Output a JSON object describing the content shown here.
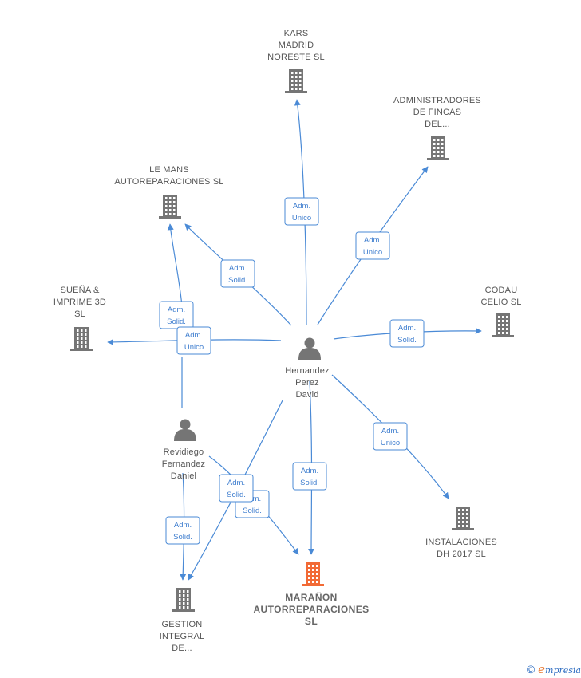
{
  "nodes": {
    "kars": {
      "type": "company",
      "lines": [
        "KARS",
        "MADRID",
        "NORESTE  SL"
      ]
    },
    "administradores": {
      "type": "company",
      "lines": [
        "ADMINISTRADORES",
        "DE FINCAS",
        "DEL..."
      ]
    },
    "lemans": {
      "type": "company",
      "lines": [
        "LE MANS",
        "AUTOREPARACIONES SL"
      ]
    },
    "suena": {
      "type": "company",
      "lines": [
        "SUEÑA &",
        "IMPRIME 3D",
        "SL"
      ]
    },
    "codau": {
      "type": "company",
      "lines": [
        "CODAU",
        "CELIO SL"
      ]
    },
    "hernandez": {
      "type": "person",
      "lines": [
        "Hernandez",
        "Perez",
        "David"
      ]
    },
    "revidiego": {
      "type": "person",
      "lines": [
        "Revidiego",
        "Fernandez",
        "Daniel"
      ]
    },
    "instalaciones": {
      "type": "company",
      "lines": [
        "INSTALACIONES",
        "DH 2017  SL"
      ]
    },
    "maranon": {
      "type": "company",
      "main": true,
      "lines": [
        "MARAÑON",
        "AUTORREPARACIONES",
        "SL"
      ]
    },
    "gestion": {
      "type": "company",
      "lines": [
        "GESTION",
        "INTEGRAL",
        "DE..."
      ]
    }
  },
  "edges": [
    {
      "from": "hernandez",
      "to": "kars",
      "label": [
        "Adm.",
        "Unico"
      ]
    },
    {
      "from": "hernandez",
      "to": "administradores",
      "label": [
        "Adm.",
        "Unico"
      ]
    },
    {
      "from": "hernandez",
      "to": "lemans",
      "label": [
        "Adm.",
        "Solid."
      ]
    },
    {
      "from": "revidiego",
      "to": "lemans",
      "label": [
        "Adm.",
        "Solid."
      ]
    },
    {
      "from": "hernandez",
      "to": "suena",
      "label": [
        "Adm.",
        "Unico"
      ]
    },
    {
      "from": "hernandez",
      "to": "codau",
      "label": [
        "Adm.",
        "Solid."
      ]
    },
    {
      "from": "hernandez",
      "to": "instalaciones",
      "label": [
        "Adm.",
        "Unico"
      ]
    },
    {
      "from": "hernandez",
      "to": "maranon",
      "label": [
        "Adm.",
        "Solid."
      ]
    },
    {
      "from": "revidiego",
      "to": "maranon",
      "label": [
        "Adm.",
        "Solid."
      ]
    },
    {
      "from": "hernandez",
      "to": "gestion",
      "label": [
        "Adm.",
        "Solid."
      ]
    },
    {
      "from": "revidiego",
      "to": "gestion",
      "label": [
        "Adm.",
        "Solid."
      ]
    }
  ],
  "footer": {
    "copyright": "©",
    "brand_initial": "e",
    "brand_rest": "mpresia"
  },
  "colors": {
    "edge": "#4a8ad6",
    "node": "#757575",
    "main_node": "#f26a35"
  },
  "icons": {
    "company": "building-icon",
    "person": "person-icon"
  }
}
